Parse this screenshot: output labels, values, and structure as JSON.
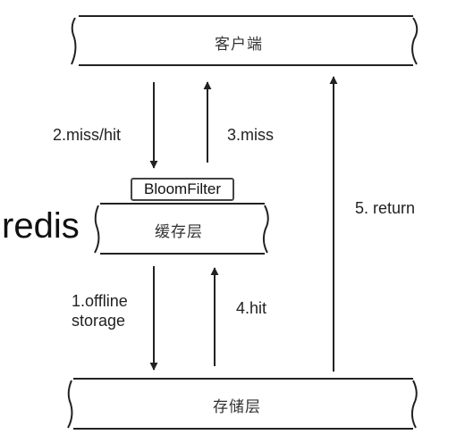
{
  "nodes": {
    "client": "客户端",
    "cache": "缓存层",
    "storage": "存储层",
    "bloom_filter": "BloomFilter",
    "redis": "redis"
  },
  "edges": {
    "miss_hit": "2.miss/hit",
    "miss": "3.miss",
    "offline_line1": "1.offline",
    "offline_line2": "storage",
    "hit": "4.hit",
    "return": "5. return"
  },
  "colors": {
    "stroke": "#222222",
    "background": "#ffffff"
  }
}
